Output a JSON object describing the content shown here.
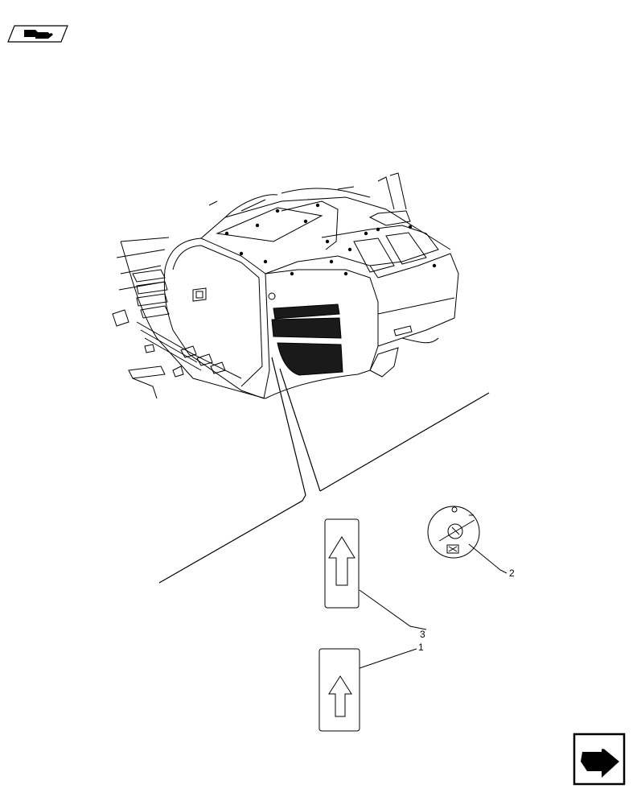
{
  "callouts": {
    "item_1": "1",
    "item_2": "2",
    "item_3": "3"
  },
  "icons": {
    "top_left": "book-hand-icon",
    "bottom_right": "next-page-arrow-icon",
    "key_switch_symbol": "key-switch-icon"
  },
  "colors": {
    "line": "#000000",
    "background": "#ffffff",
    "vent_fill": "#1a1a1a"
  }
}
